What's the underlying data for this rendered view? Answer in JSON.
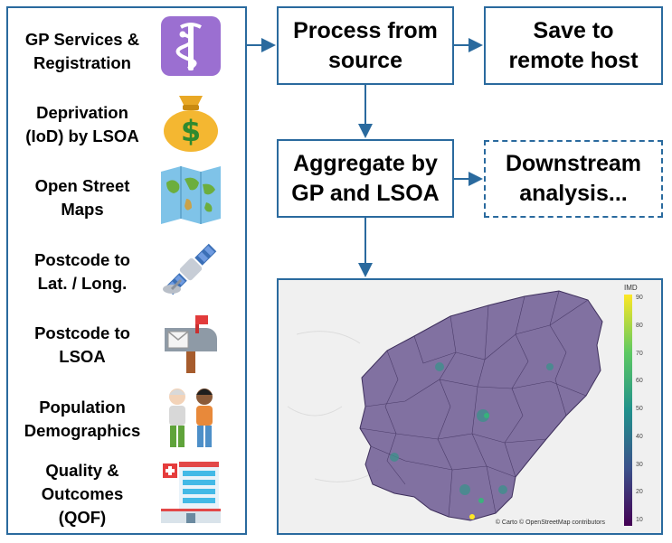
{
  "sources": [
    {
      "label": "GP Services &\nRegistration",
      "icon": "medical-symbol-icon"
    },
    {
      "label": "Deprivation\n(IoD) by LSOA",
      "icon": "money-bag-icon"
    },
    {
      "label": "Open Street\nMaps",
      "icon": "world-map-icon"
    },
    {
      "label": "Postcode to\nLat. / Long.",
      "icon": "satellite-icon"
    },
    {
      "label": "Postcode to\nLSOA",
      "icon": "mailbox-icon"
    },
    {
      "label": "Population\nDemographics",
      "icon": "people-icon"
    },
    {
      "label": "Quality &\nOutcomes\n(QOF)",
      "icon": "hospital-icon"
    }
  ],
  "nodes": {
    "process": "Process from\nsource",
    "save": "Save to\nremote host",
    "aggregate": "Aggregate by\nGP and LSOA",
    "downstream": "Downstream\nanalysis..."
  },
  "map": {
    "colorbar_title": "IMD",
    "colorbar_ticks": [
      "90",
      "80",
      "70",
      "60",
      "50",
      "40",
      "30",
      "20",
      "10"
    ],
    "attribution": "© Carto © OpenStreetMap contributors"
  },
  "colors": {
    "border": "#2a6a9e",
    "arrow": "#2a6a9e",
    "map_fill": "#6d5a93"
  }
}
